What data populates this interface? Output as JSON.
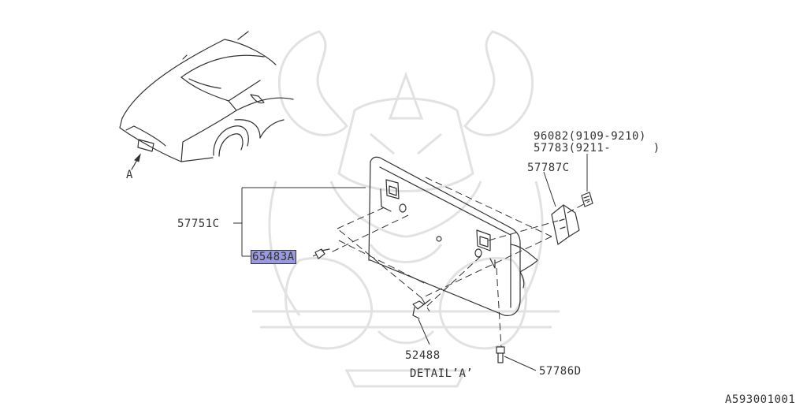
{
  "labels": {
    "view_marker": "A",
    "assembly_part": "57751C",
    "selected_part": "65483A",
    "bracket_part": "57787C",
    "clip_part_1": "96082",
    "clip_part_1_range": "(9109-9210)",
    "clip_part_2": "57783",
    "clip_part_2_range": "(9211-      )",
    "bolt_part": "52488",
    "screw_part": "57786D",
    "detail_caption": "DETAIL’A’",
    "figure_code": "A593001001"
  },
  "highlight_color": "#9999dd"
}
